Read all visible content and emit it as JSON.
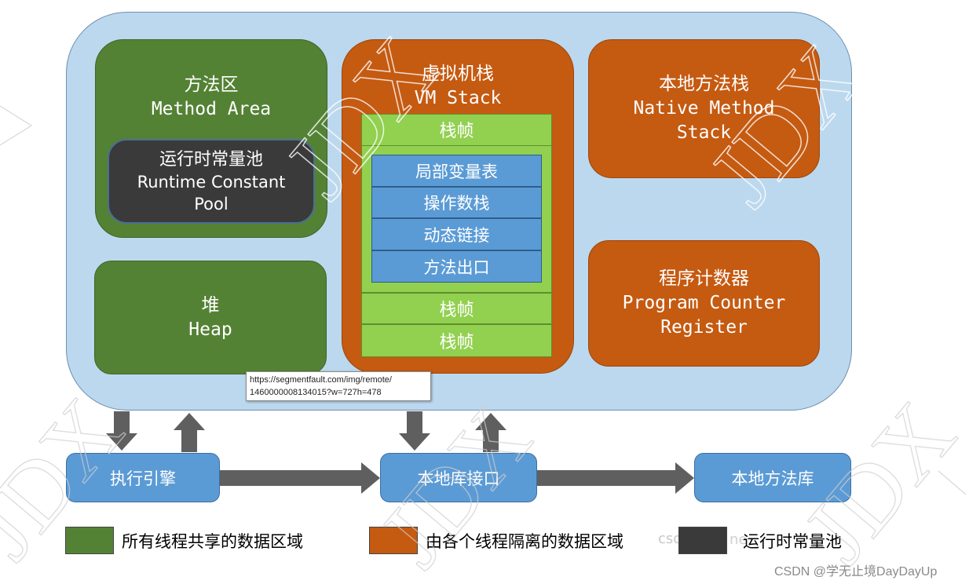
{
  "method_area": {
    "title_cn": "方法区",
    "title_en": "Method Area"
  },
  "constant_pool": {
    "title_cn": "运行时常量池",
    "title_en_1": "Runtime Constant",
    "title_en_2": "Pool"
  },
  "heap": {
    "title_cn": "堆",
    "title_en": "Heap"
  },
  "vm_stack": {
    "title_cn": "虚拟机栈",
    "title_en": "VM Stack",
    "frame_top": "栈帧",
    "frame_items": [
      "局部变量表",
      "操作数栈",
      "动态链接",
      "方法出口"
    ],
    "frames_bottom": [
      "栈帧",
      "栈帧"
    ]
  },
  "native_stack": {
    "title_cn": "本地方法栈",
    "title_en_1": "Native Method",
    "title_en_2": "Stack"
  },
  "pc_register": {
    "title_cn": "程序计数器",
    "title_en_1": "Program Counter",
    "title_en_2": "Register"
  },
  "tooltip": {
    "line1": "https://segmentfault.com/img/remote/",
    "line2": "1460000008134015?w=727h=478"
  },
  "bottom": {
    "exec_engine": "执行引擎",
    "native_interface": "本地库接口",
    "native_library": "本地方法库"
  },
  "legend": {
    "shared": "所有线程共享的数据区域",
    "isolated": "由各个线程隔离的数据区域",
    "pool": "运行时常量池",
    "pool_swatch_text": "csdn.",
    "pool_swatch_tail": "ne"
  },
  "watermarks": {
    "jdx": "JDX",
    "csdn": "CSDN @学无止境DayDayUp"
  },
  "colors": {
    "shared_green": "#548235",
    "isolated_orange": "#c55a11",
    "pool_dark": "#3a3a3a",
    "frame_green": "#92d050",
    "frame_item_blue": "#5b9bd5",
    "container_blue": "#bcd8ee",
    "arrow_gray": "#595959"
  }
}
